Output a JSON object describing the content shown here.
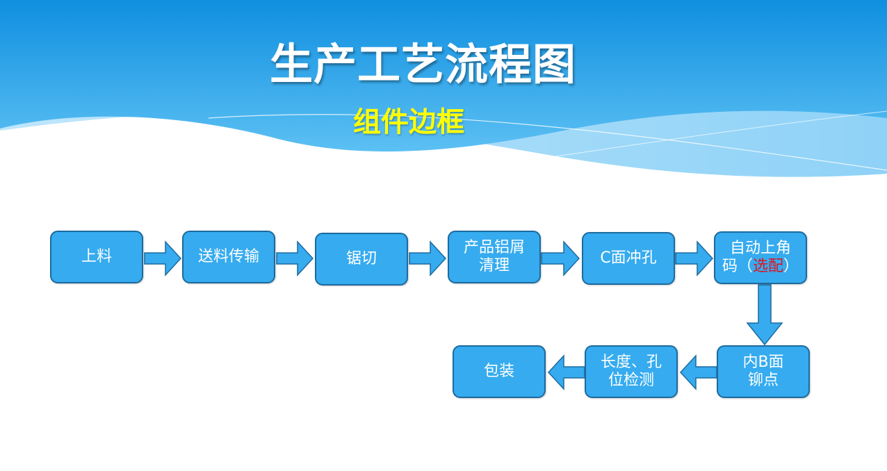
{
  "title": "生产工艺流程图",
  "subtitle": "组件边框",
  "steps": [
    {
      "line1": "上料"
    },
    {
      "line1": "送料传输"
    },
    {
      "line1": "锯切"
    },
    {
      "line1": "产品铝屑",
      "line2": "清理"
    },
    {
      "line1": "C面冲孔"
    },
    {
      "line1": "自动上角",
      "line2a": "码（",
      "line2b": "选配",
      "line2c": "）"
    },
    {
      "line1": "内B面",
      "line2": "铆点"
    },
    {
      "line1": "长度、孔",
      "line2": "位检测"
    },
    {
      "line1": "包装"
    }
  ],
  "colors": {
    "box": "#36abef",
    "border": "#1c6a9e",
    "title": "#ffffff",
    "subtitle": "#ffff00",
    "highlight": "#e0141e"
  }
}
